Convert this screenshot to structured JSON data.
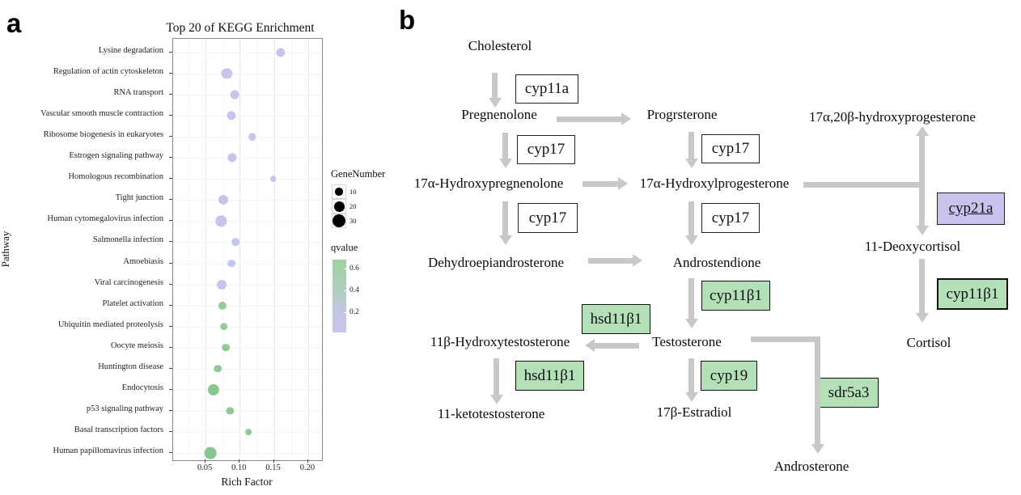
{
  "figure": {
    "panel_a_label": "a",
    "panel_b_label": "b"
  },
  "panel_a": {
    "title": "Top 20 of KEGG Enrichment",
    "xlabel": "Rich Factor",
    "ylabel": "Pathway",
    "x_ticks": [
      "0.05",
      "0.10",
      "0.15",
      "0.20"
    ],
    "legend": {
      "size_title": "GeneNumber",
      "size_items": [
        {
          "label": "10",
          "d": 9.2
        },
        {
          "label": "20",
          "d": 13.0
        },
        {
          "label": "30",
          "d": 15.9
        }
      ],
      "color_title": "qvalue",
      "color_ticks": [
        "0.6",
        "0.4",
        "0.2"
      ],
      "gradient_top_color": "#9dd2a3",
      "gradient_bottom_color": "#c9c5ee"
    }
  },
  "chart_data": {
    "type": "scatter",
    "title": "Top 20 of KEGG Enrichment",
    "xlabel": "Rich Factor",
    "ylabel": "Pathway",
    "xlim": [
      0.002,
      0.222
    ],
    "x_ticks": [
      0.05,
      0.1,
      0.15,
      0.2
    ],
    "grid": true,
    "legend_position": "right",
    "size_encoding": "GeneNumber (10/20/30)",
    "color_encoding": "qvalue (0.2 purple - 0.6 green)",
    "points": [
      {
        "pathway": "Lysine degradation",
        "rich_factor": 0.16,
        "gene_number": 15,
        "qvalue": 0.1,
        "color": "#c9c4ee"
      },
      {
        "pathway": "Regulation of actin cytoskeleton",
        "rich_factor": 0.081,
        "gene_number": 21,
        "qvalue": 0.09,
        "color": "#c9c4ee"
      },
      {
        "pathway": "RNA transport",
        "rich_factor": 0.093,
        "gene_number": 14,
        "qvalue": 0.1,
        "color": "#c9c4ee"
      },
      {
        "pathway": "Vascular smooth muscle contraction",
        "rich_factor": 0.088,
        "gene_number": 15,
        "qvalue": 0.1,
        "color": "#c9c4ee"
      },
      {
        "pathway": "Ribosome biogenesis in eukaryotes",
        "rich_factor": 0.118,
        "gene_number": 11,
        "qvalue": 0.11,
        "color": "#c9c5ee"
      },
      {
        "pathway": "Estrogen signaling pathway",
        "rich_factor": 0.089,
        "gene_number": 15,
        "qvalue": 0.1,
        "color": "#c9c4ee"
      },
      {
        "pathway": "Homologous recombination",
        "rich_factor": 0.149,
        "gene_number": 7,
        "qvalue": 0.12,
        "color": "#c8c6ee"
      },
      {
        "pathway": "Tight junction",
        "rich_factor": 0.076,
        "gene_number": 17,
        "qvalue": 0.09,
        "color": "#c9c4ee"
      },
      {
        "pathway": "Human cytomegalovirus infection",
        "rich_factor": 0.073,
        "gene_number": 21,
        "qvalue": 0.08,
        "color": "#c9c4ee"
      },
      {
        "pathway": "Salmonella infection",
        "rich_factor": 0.094,
        "gene_number": 11,
        "qvalue": 0.13,
        "color": "#c5c7ee"
      },
      {
        "pathway": "Amoebiasis",
        "rich_factor": 0.088,
        "gene_number": 11,
        "qvalue": 0.15,
        "color": "#c1c8ee"
      },
      {
        "pathway": "Viral carcinogenesis",
        "rich_factor": 0.074,
        "gene_number": 17,
        "qvalue": 0.1,
        "color": "#c7c5ee"
      },
      {
        "pathway": "Platelet activation",
        "rich_factor": 0.075,
        "gene_number": 12,
        "qvalue": 0.52,
        "color": "#96cc9b"
      },
      {
        "pathway": "Ubiquitin mediated proteolysis",
        "rich_factor": 0.077,
        "gene_number": 11,
        "qvalue": 0.52,
        "color": "#94cb99"
      },
      {
        "pathway": "Oocyte meiosis",
        "rich_factor": 0.08,
        "gene_number": 11,
        "qvalue": 0.53,
        "color": "#92ca97"
      },
      {
        "pathway": "Huntington disease",
        "rich_factor": 0.068,
        "gene_number": 11,
        "qvalue": 0.54,
        "color": "#90c995"
      },
      {
        "pathway": "Endocytosis",
        "rich_factor": 0.062,
        "gene_number": 24,
        "qvalue": 0.56,
        "color": "#8ac791"
      },
      {
        "pathway": "p53 signaling pathway",
        "rich_factor": 0.086,
        "gene_number": 10,
        "qvalue": 0.53,
        "color": "#92ca99"
      },
      {
        "pathway": "Basal transcription factors",
        "rich_factor": 0.113,
        "gene_number": 7,
        "qvalue": 0.54,
        "color": "#8fc996"
      },
      {
        "pathway": "Human papillomavirus infection",
        "rich_factor": 0.057,
        "gene_number": 26,
        "qvalue": 0.58,
        "color": "#88c690"
      }
    ]
  },
  "panel_b": {
    "metabolites": {
      "cholesterol": "Cholesterol",
      "pregnenolone": "Pregnenolone",
      "progesterone": "Progrsterone",
      "hydroxypregnenolone": "17α-Hydroxypregnenolone",
      "hydroxyprogesterone": "17α-Hydroxylprogesterone",
      "hp17a20b": "17α,20β-hydroxyprogesterone",
      "dhea": "Dehydroepiandrosterone",
      "androstendione": "Androstendione",
      "deoxycortisol": "11-Deoxycortisol",
      "cortisol": "Cortisol",
      "hydroxytestosterone": "11β-Hydroxytestosterone",
      "testosterone": "Testosterone",
      "ketotestosterone": "11-ketotestosterone",
      "estradiol": "17β-Estradiol",
      "androsterone": "Androsterone"
    },
    "enzymes": {
      "cyp11a": "cyp11a",
      "cyp17": "cyp17",
      "cyp21a": "cyp21a",
      "cyp11b1": "cyp11β1",
      "hsd11b1": "hsd11β1",
      "cyp19": "cyp19",
      "sdr5a3": "sdr5a3"
    }
  }
}
